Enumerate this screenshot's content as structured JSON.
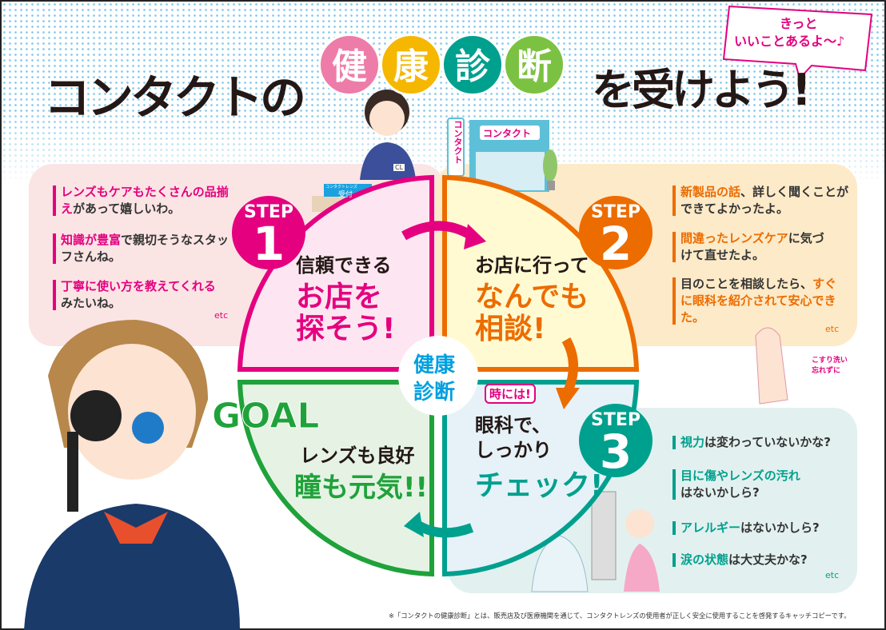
{
  "colors": {
    "pink": "#e4007f",
    "orange": "#ec6c00",
    "teal": "#00a08e",
    "green": "#1fa23a",
    "yellow": "#f5b700",
    "dark": "#231815"
  },
  "header": {
    "title_part1": "コンタクトの",
    "title_kanji": [
      "健",
      "康",
      "診",
      "断"
    ],
    "title_part2": "を受けよう!",
    "speech_bubble": [
      "きっと",
      "いいことあるよ〜♪"
    ]
  },
  "shop": {
    "sign_vertical": "コンタクト",
    "sign_horizontal": "コンタクト",
    "reception_sign": [
      "コンタクトレンズ",
      "受付"
    ],
    "name_badge": "CL"
  },
  "center": {
    "label": [
      "健康",
      "診断"
    ]
  },
  "steps": [
    {
      "step_label": "STEP",
      "number": "1",
      "lead": "信頼できる",
      "main": [
        "お店を",
        "探そう!"
      ],
      "comments": [
        {
          "hl": "レンズもケアもたくさんの品揃え",
          "rest": "があって嬉しいわ。"
        },
        {
          "hl": "知識が豊富",
          "rest": "で親切そうなスタッフさんね。"
        },
        {
          "hl": "丁寧に使い方を教えてくれる",
          "rest": "みたいね。"
        }
      ],
      "etc": "etc"
    },
    {
      "step_label": "STEP",
      "number": "2",
      "lead": "お店に行って",
      "main": [
        "なんでも",
        "相談!"
      ],
      "comments": [
        {
          "hl": "新製品の話",
          "rest": "、詳しく聞くことができてよかったよ。"
        },
        {
          "hl": "間違ったレンズケア",
          "rest": "に気づけて直せたよ。"
        },
        {
          "pre": "目のことを相談したら、",
          "hl": "すぐに眼科を紹介されて安心できた。",
          "rest": ""
        }
      ],
      "etc": "etc",
      "note": [
        "こすり洗い",
        "忘れずに"
      ]
    },
    {
      "step_label": "STEP",
      "number": "3",
      "badge": "時には!",
      "lead": [
        "眼科で、",
        "しっかり"
      ],
      "main": [
        "チェック!"
      ],
      "comments": [
        {
          "hl": "視力",
          "rest": "は変わっていないかな?"
        },
        {
          "hl": "目に傷やレンズの汚れ",
          "rest": "はないかしら?"
        },
        {
          "hl": "アレルギー",
          "rest": "はないかしら?"
        },
        {
          "hl": "涙の状態",
          "rest": "は大丈夫かな?"
        }
      ],
      "etc": "etc"
    }
  ],
  "goal": {
    "label": "GOAL",
    "lead": "レンズも良好",
    "main": "瞳も元気!!"
  },
  "footnote": "※「コンタクトの健康診断」とは、販売店及び医療機関を通じて、コンタクトレンズの使用者が正しく安全に使用することを啓発するキャッチコピーです。"
}
